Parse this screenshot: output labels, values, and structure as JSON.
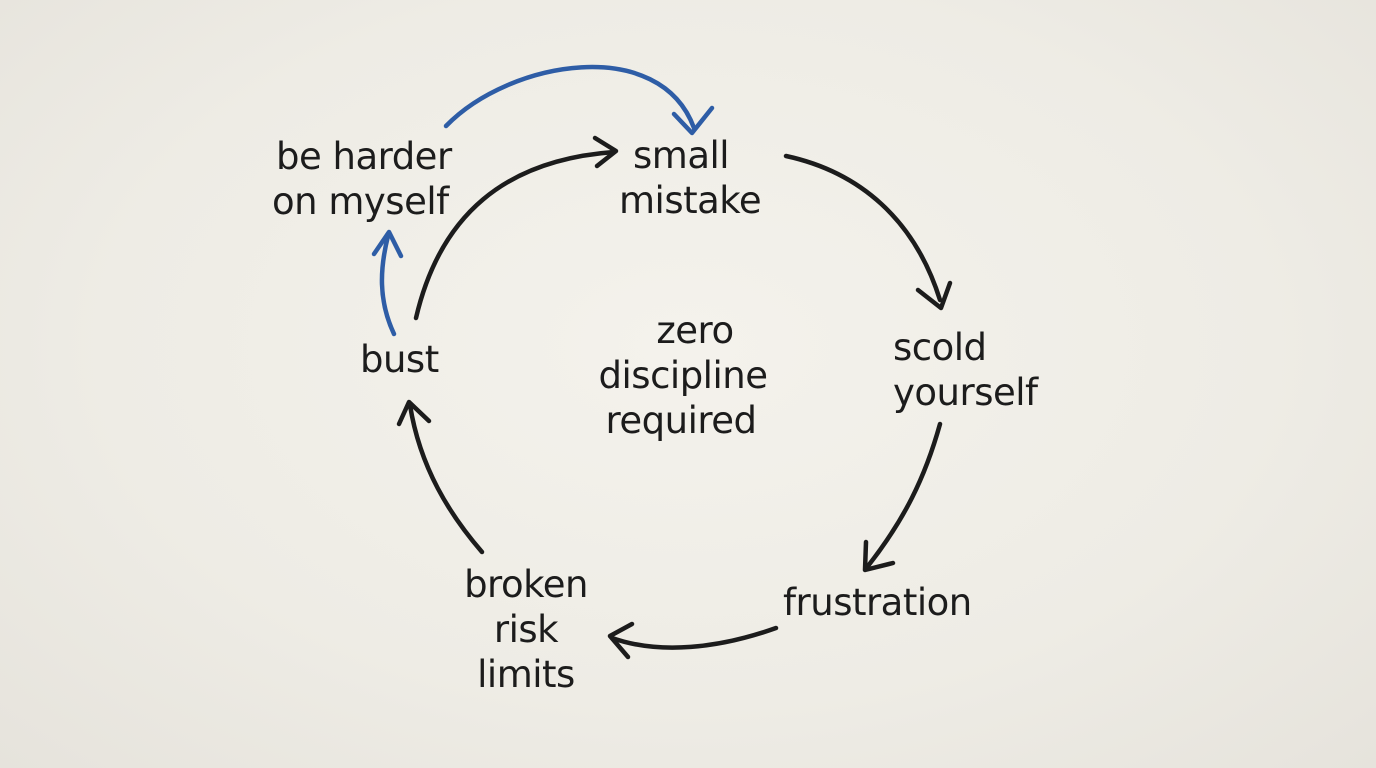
{
  "nodes": {
    "small_mistake": [
      "small",
      "mistake"
    ],
    "scold_yourself": [
      "scold",
      "yourself"
    ],
    "frustration": [
      "frustration"
    ],
    "broken_risk_limits": [
      "broken",
      "risk",
      "limits"
    ],
    "bust": [
      "bust"
    ],
    "be_harder": [
      "be harder",
      "on myself"
    ],
    "center": [
      "zero",
      "discipline",
      "required"
    ]
  },
  "colors": {
    "ink": "#1c1c1c",
    "blue": "#2e5da6",
    "paper": "#efede6"
  }
}
